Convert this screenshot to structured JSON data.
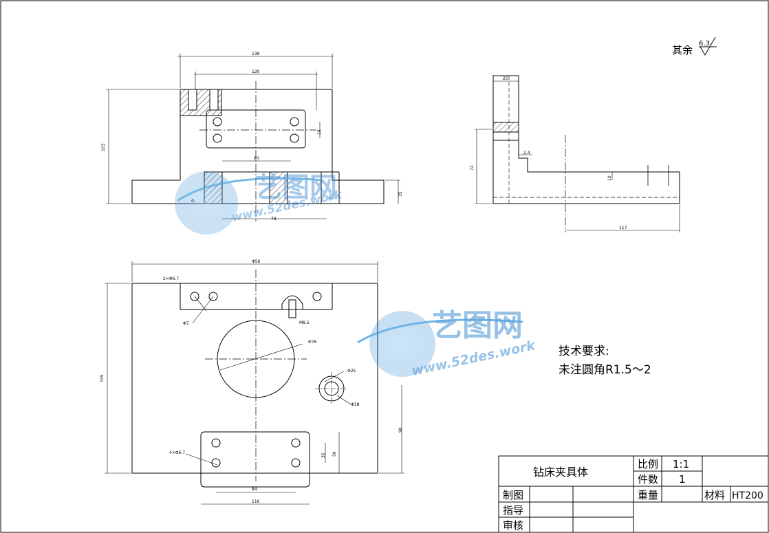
{
  "surface_finish": {
    "prefix": "其余",
    "value": "6.3"
  },
  "tech_requirements": {
    "heading": "技术要求:",
    "line1": "未注圆角R1.5～2"
  },
  "watermark": {
    "cn": "艺图网",
    "url": "www.52des.work"
  },
  "front_view": {
    "dims": {
      "overall_width": "138",
      "inner_width": "120",
      "height": "103",
      "hole_span": "18",
      "center_span": "80",
      "bottom_span": "78",
      "base_height": "35",
      "phi": "Φ"
    }
  },
  "side_view": {
    "dims": {
      "top_width": "25",
      "height": "72",
      "step": "2.4",
      "step2": "10",
      "length": "117"
    }
  },
  "top_view": {
    "dims": {
      "overall_width": "Φ56",
      "holes_top": "2×Φ6.7",
      "phi7": "Φ7",
      "slot": "M8.5",
      "big_hole": "Φ76",
      "small_hole": "Φ25",
      "small_hole2": "Φ18",
      "holes_bottom": "4×Φ6.7",
      "bottom_span": "84",
      "bottom_width": "116",
      "overall_height": "155",
      "right_height": "90",
      "inner_h1": "35",
      "inner_h2": "50"
    }
  },
  "title_block": {
    "part_name": "钻床夹具体",
    "scale_label": "比例",
    "scale_value": "1:1",
    "qty_label": "件数",
    "qty_value": "1",
    "weight_label": "重量",
    "material_label": "材料",
    "material_value": "HT200",
    "drawn_label": "制图",
    "guide_label": "指导",
    "review_label": "审核"
  }
}
